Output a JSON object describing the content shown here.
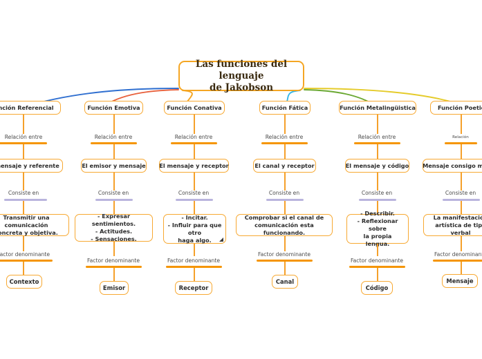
{
  "canvas": {
    "background": "#ffffff",
    "accent_orange": "#f59500",
    "node_border": "#f7a831",
    "lavender_bar": "#b9b4dd"
  },
  "root": {
    "line1": "Las funciones del lenguaje",
    "line2": "de Jakobson"
  },
  "connector_colors": {
    "referencial": "#2f6fd0",
    "emotiva": "#e8603c",
    "conativa": "#f5a623",
    "fatica": "#35b6e8",
    "metalinguistica": "#6aa832",
    "poetica": "#e8c породы"
  },
  "branches": [
    {
      "id": "referencial",
      "title": "Función Referencial",
      "curve_color": "#2f6fd0",
      "rel_label": "Relación entre",
      "rel_label_small": false,
      "relation": "El mensaje y referente",
      "consiste_label": "Consiste en",
      "content": "Transmitir una comunicación concreta y objetiva.",
      "content_lines": [
        "Transmitir una comunicación",
        "concreta y objetiva."
      ],
      "factor_label": "Factor denominante",
      "leaf": "Contexto",
      "has_resize_handle": false
    },
    {
      "id": "emotiva",
      "title": "Función Emotiva",
      "curve_color": "#e8603c",
      "rel_label": "Relación entre",
      "rel_label_small": false,
      "relation": "El emisor y mensaje",
      "consiste_label": "Consiste en",
      "content": "- Expresar sentimientos. - Actitudes. - Sensaciones.",
      "content_lines": [
        "- Expresar sentimientos.",
        "- Actitudes.",
        "- Sensaciones."
      ],
      "factor_label": "Factor denominante",
      "leaf": "Emisor",
      "has_resize_handle": false
    },
    {
      "id": "conativa",
      "title": "Función Conativa",
      "curve_color": "#f5a623",
      "rel_label": "Relación entre",
      "rel_label_small": false,
      "relation": "El mensaje y receptor",
      "consiste_label": "Consiste en",
      "content": "- Incitar. - Influir para que otro haga algo.",
      "content_lines": [
        "- Incitar.",
        "- Influir para que otro",
        "haga algo."
      ],
      "factor_label": "Factor denominante",
      "leaf": "Receptor",
      "has_resize_handle": true
    },
    {
      "id": "fatica",
      "title": "Función Fática",
      "curve_color": "#35b6e8",
      "rel_label": "Relación entre",
      "rel_label_small": false,
      "relation": "El canal y receptor",
      "consiste_label": "Consiste en",
      "content": "Comprobar si el canal de comunicación esta funcionando.",
      "content_lines": [
        "Comprobar si el canal de",
        "comunicación esta funcionando."
      ],
      "factor_label": "Factor denominante",
      "leaf": "Canal",
      "has_resize_handle": false
    },
    {
      "id": "metalinguistica",
      "title": "Función Metalingüistica",
      "curve_color": "#6aa832",
      "rel_label": "Relación entre",
      "rel_label_small": false,
      "relation": "El mensaje y código",
      "consiste_label": "Consiste en",
      "content": "- Describir. - Reflexionar sobre la propia lengua.",
      "content_lines": [
        "- Describir.",
        "- Reflexionar sobre",
        "la propia lengua."
      ],
      "factor_label": "Factor denominante",
      "leaf": "Código",
      "has_resize_handle": false
    },
    {
      "id": "poetica",
      "title": "Función Poetica",
      "curve_color": "#e5cb2a",
      "rel_label": "Relación",
      "rel_label_small": true,
      "relation": "Mensaje consigo mismo",
      "consiste_label": "Consiste en",
      "content": "La manifestación artística de tipo verbal",
      "content_lines": [
        "La manifestación",
        "artística de tipo verbal"
      ],
      "factor_label": "Factor denominante",
      "leaf": "Mensaje",
      "has_resize_handle": false
    }
  ]
}
